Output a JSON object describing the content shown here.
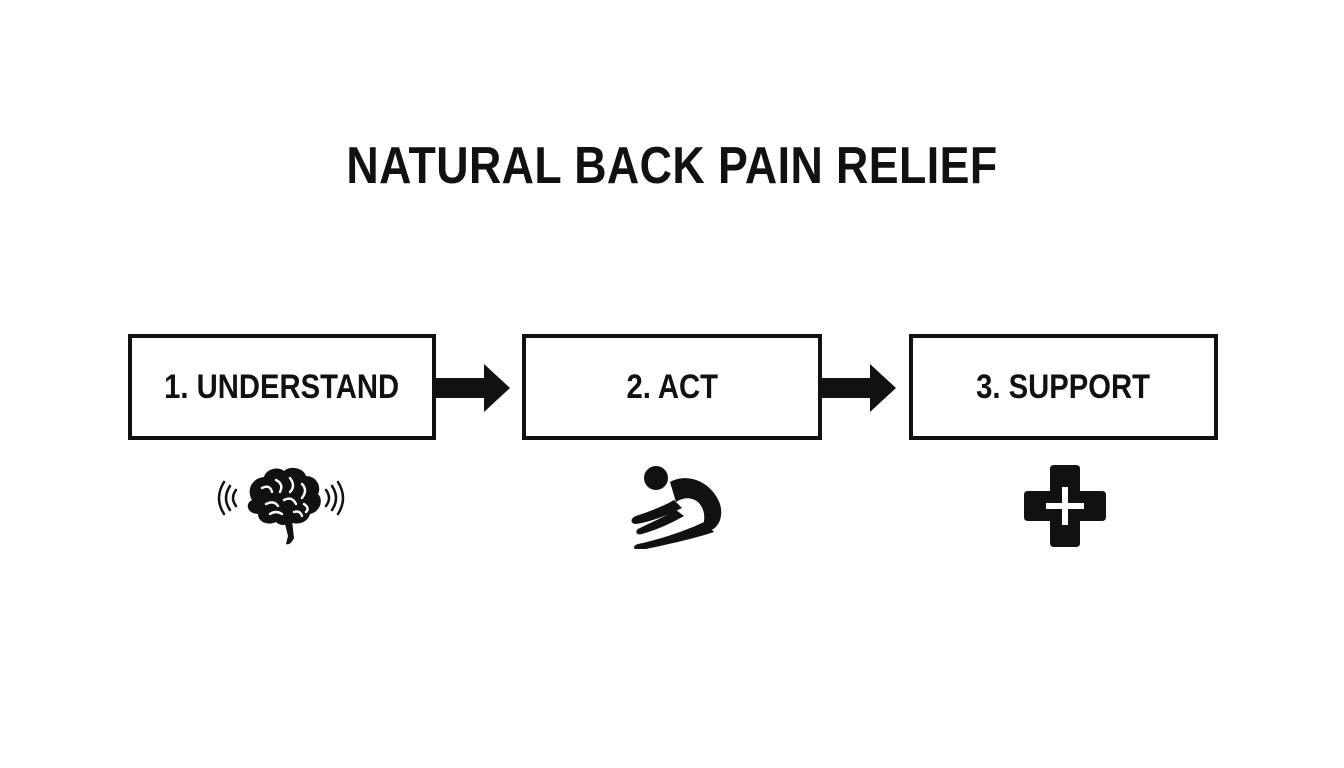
{
  "title": "NATURAL BACK PAIN RELIEF",
  "steps": [
    {
      "label": "1. UNDERSTAND",
      "icon": "brain-icon"
    },
    {
      "label": "2. ACT",
      "icon": "stretching-person-icon"
    },
    {
      "label": "3. SUPPORT",
      "icon": "medical-cross-icon"
    }
  ],
  "colors": {
    "ink": "#111111",
    "background": "#ffffff"
  }
}
